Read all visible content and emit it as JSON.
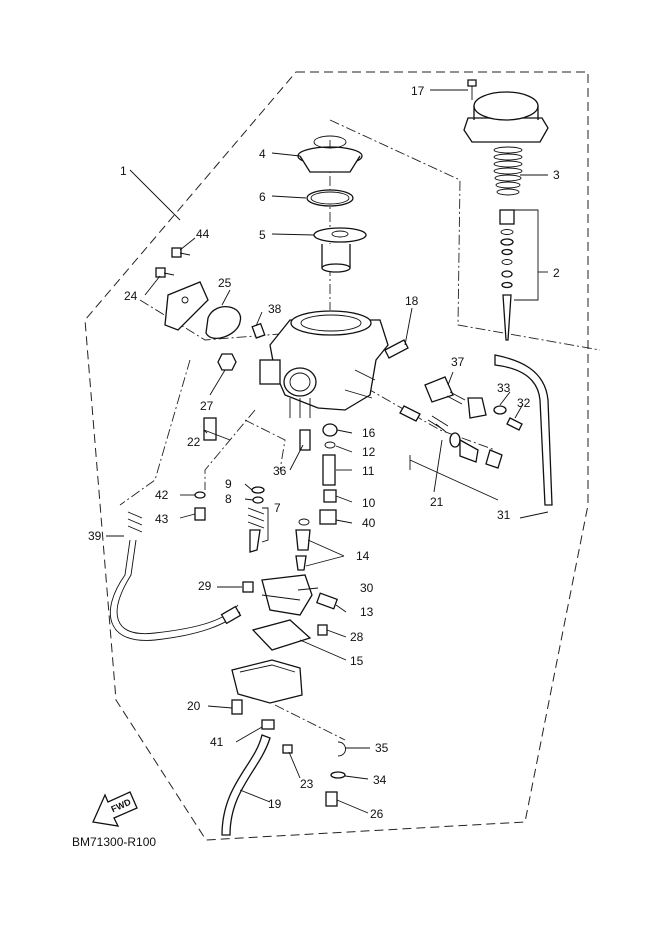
{
  "diagram_code": "BM71300-R100",
  "fwd_label": "FWD",
  "callouts": [
    "1",
    "2",
    "3",
    "4",
    "5",
    "6",
    "7",
    "8",
    "9",
    "10",
    "11",
    "12",
    "13",
    "14",
    "15",
    "16",
    "17",
    "18",
    "19",
    "20",
    "21",
    "22",
    "23",
    "24",
    "25",
    "26",
    "27",
    "28",
    "29",
    "30",
    "31",
    "32",
    "33",
    "34",
    "35",
    "36",
    "37",
    "38",
    "39",
    "40",
    "41",
    "42",
    "43",
    "44"
  ]
}
